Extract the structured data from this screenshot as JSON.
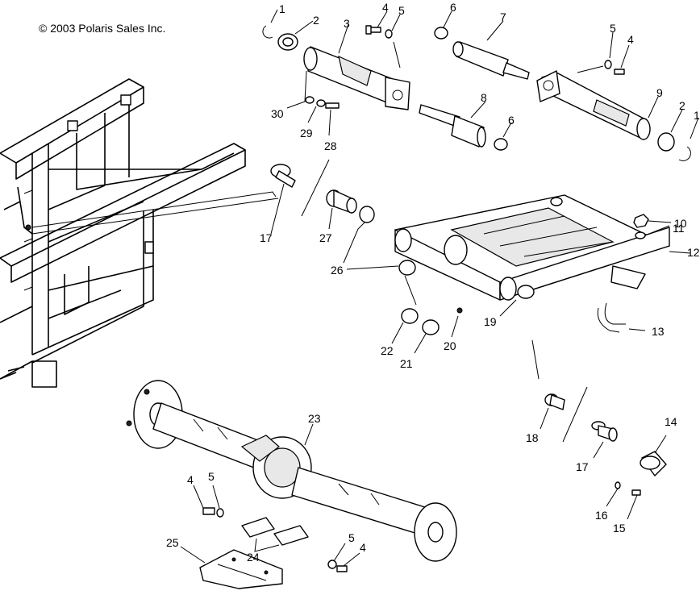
{
  "copyright": "© 2003 Polaris Sales Inc.",
  "callouts": {
    "c1a": "1",
    "c2a": "2",
    "c3": "3",
    "c4a": "4",
    "c5a": "5",
    "c6a": "6",
    "c7": "7",
    "c5b": "5",
    "c4b": "4",
    "c8": "8",
    "c6b": "6",
    "c9": "9",
    "c2b": "2",
    "c1b": "1",
    "c30": "30",
    "c29": "29",
    "c28": "28",
    "c17a": "17",
    "c27": "27",
    "c26": "26",
    "c10": "10",
    "c11": "11",
    "c12": "12",
    "c13": "13",
    "c22": "22",
    "c21": "21",
    "c20": "20",
    "c19": "19",
    "c18": "18",
    "c17b": "17",
    "c14": "14",
    "c16": "16",
    "c15": "15",
    "c23": "23",
    "c4c": "4",
    "c5c": "5",
    "c25": "25",
    "c24": "24",
    "c5d": "5",
    "c4d": "4"
  }
}
